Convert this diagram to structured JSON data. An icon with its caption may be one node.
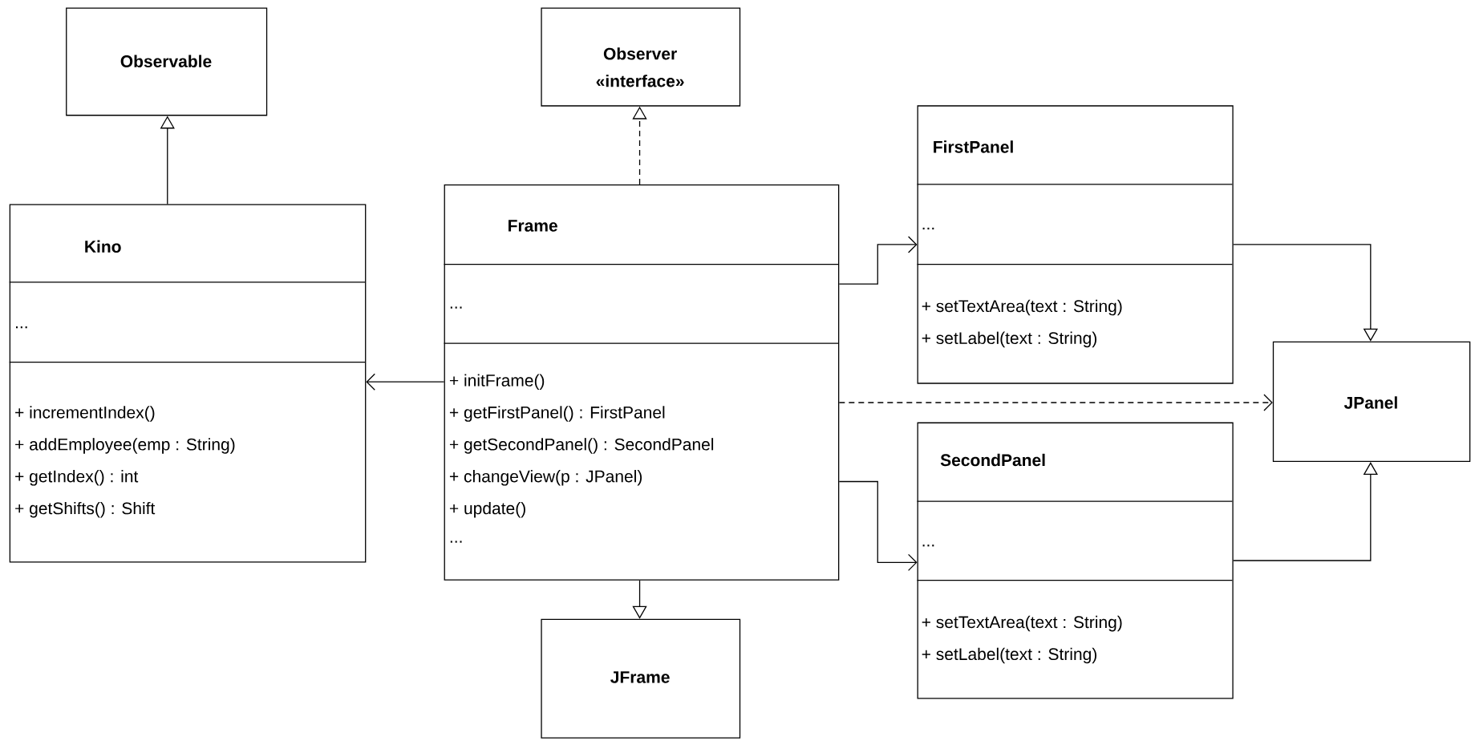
{
  "diagram": {
    "nodes": [
      {
        "text": [
          "Observable"
        ]
      },
      {
        "text": [
          "Observer",
          "«interface»"
        ]
      },
      {
        "text": [
          "Kino",
          "...",
          "+ incrementIndex()",
          "+ addEmployee(emp : String)",
          "+ getIndex() : int",
          "+ getShifts() : Shift"
        ]
      },
      {
        "text": [
          "Frame",
          "...",
          "+ initFrame()",
          "+ getFirstPanel() : FirstPanel",
          "+ getSecondPanel() : SecondPanel",
          "+ changeView(p : JPanel)",
          "+ update()",
          "..."
        ]
      },
      {
        "text": [
          "FirstPanel",
          "...",
          "+ setTextArea(text : String)",
          "+ setLabel(text : String)"
        ]
      },
      {
        "text": [
          "JPanel"
        ]
      },
      {
        "text": [
          "SecondPanel",
          "...",
          "+ setTextArea(text : String)",
          "+ setLabel(text : String)"
        ]
      },
      {
        "text": [
          "JFrame"
        ]
      }
    ],
    "edges": [
      {
        "from": 2,
        "to": 0,
        "arrow": "to"
      },
      {
        "from": 3,
        "to": 1,
        "arrow": "to",
        "style": "dashed"
      },
      {
        "from": 3,
        "to": 2,
        "arrow": "to"
      },
      {
        "from": 3,
        "to": 4,
        "arrow": "to"
      },
      {
        "from": 3,
        "to": 6,
        "arrow": "to"
      },
      {
        "from": 3,
        "to": 5,
        "arrow": "to",
        "style": "dashed"
      },
      {
        "from": 3,
        "to": 7,
        "arrow": "to"
      },
      {
        "from": 4,
        "to": 5,
        "arrow": "to"
      },
      {
        "from": 6,
        "to": 5,
        "arrow": "to"
      }
    ]
  }
}
